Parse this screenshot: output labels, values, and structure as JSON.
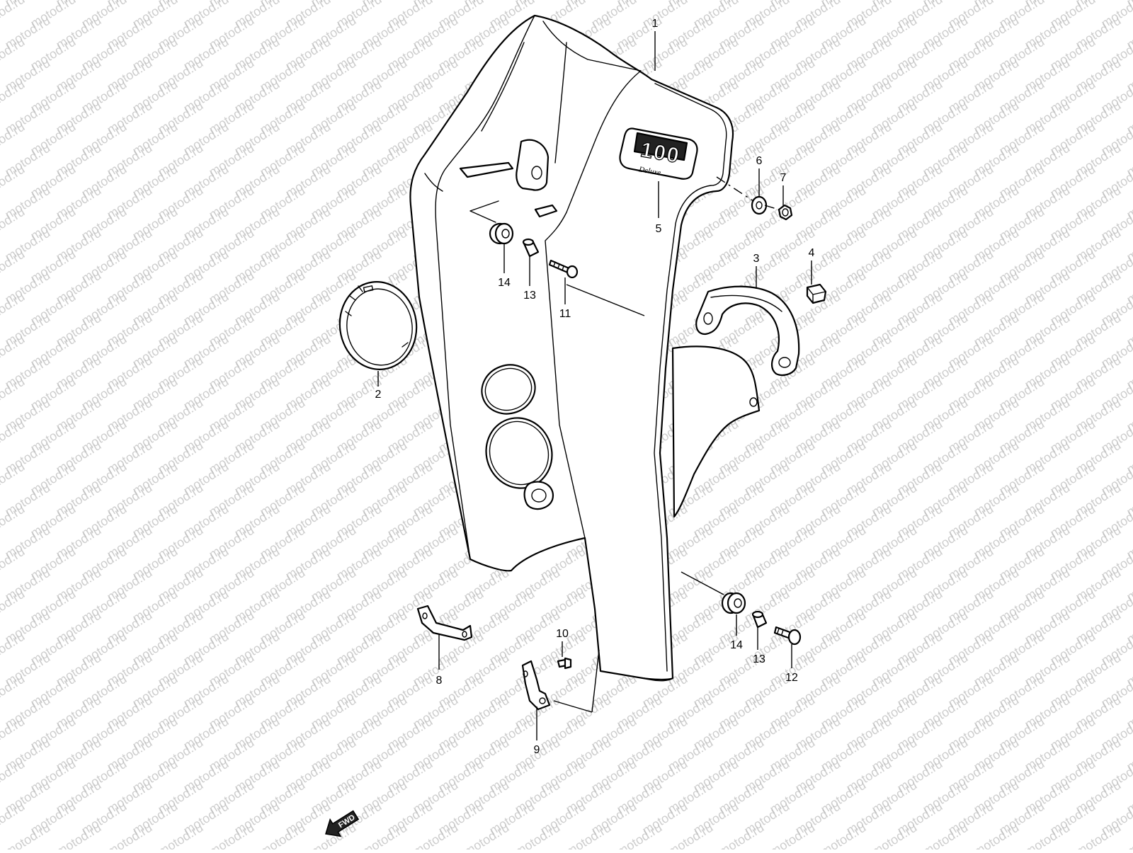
{
  "watermark": {
    "text": "motod.ru"
  },
  "emblem": {
    "number": "100",
    "script": "Deluxe"
  },
  "callouts": [
    {
      "id": "1",
      "label": "1"
    },
    {
      "id": "2",
      "label": "2"
    },
    {
      "id": "3",
      "label": "3"
    },
    {
      "id": "4",
      "label": "4"
    },
    {
      "id": "5",
      "label": "5"
    },
    {
      "id": "6",
      "label": "6"
    },
    {
      "id": "7",
      "label": "7"
    },
    {
      "id": "8",
      "label": "8"
    },
    {
      "id": "9",
      "label": "9"
    },
    {
      "id": "10",
      "label": "10"
    },
    {
      "id": "11",
      "label": "11"
    },
    {
      "id": "12",
      "label": "12"
    },
    {
      "id": "13a",
      "label": "13"
    },
    {
      "id": "13b",
      "label": "13"
    },
    {
      "id": "14a",
      "label": "14"
    },
    {
      "id": "14b",
      "label": "14"
    }
  ],
  "direction_arrow": {
    "label": "FWD"
  }
}
